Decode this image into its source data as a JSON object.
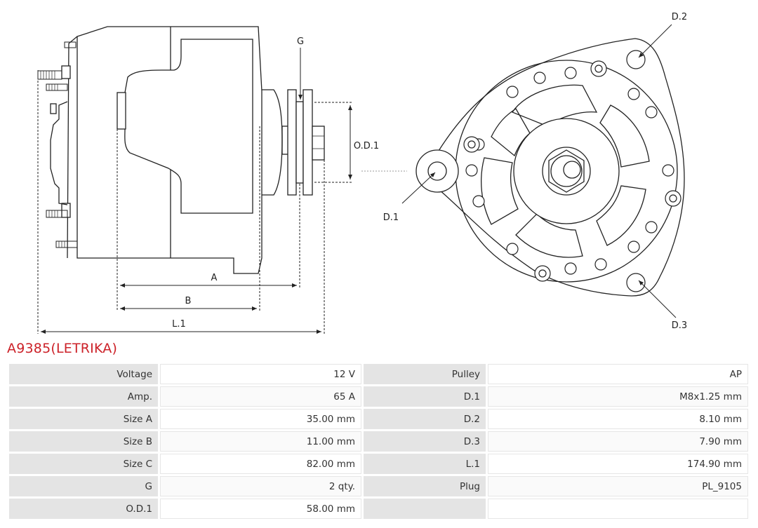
{
  "drawing": {
    "labels": {
      "g": "G",
      "od1": "O.D.1",
      "a": "A",
      "b": "B",
      "l1": "L.1",
      "d1": "D.1",
      "d2": "D.2",
      "d3": "D.3"
    }
  },
  "product": {
    "title": "A9385(LETRIKA)"
  },
  "specs": {
    "rows": [
      {
        "k1": "Voltage",
        "v1": "12 V",
        "k2": "Pulley",
        "v2": "AP"
      },
      {
        "k1": "Amp.",
        "v1": "65 A",
        "k2": "D.1",
        "v2": "M8x1.25 mm"
      },
      {
        "k1": "Size A",
        "v1": "35.00 mm",
        "k2": "D.2",
        "v2": "8.10 mm"
      },
      {
        "k1": "Size B",
        "v1": "11.00 mm",
        "k2": "D.3",
        "v2": "7.90 mm"
      },
      {
        "k1": "Size C",
        "v1": "82.00 mm",
        "k2": "L.1",
        "v2": "174.90 mm"
      },
      {
        "k1": "G",
        "v1": "2 qty.",
        "k2": "Plug",
        "v2": "PL_9105"
      },
      {
        "k1": "O.D.1",
        "v1": "58.00 mm",
        "k2": "",
        "v2": ""
      }
    ]
  },
  "colors": {
    "title": "#cc2229",
    "key_cell": "#e4e4e4"
  }
}
